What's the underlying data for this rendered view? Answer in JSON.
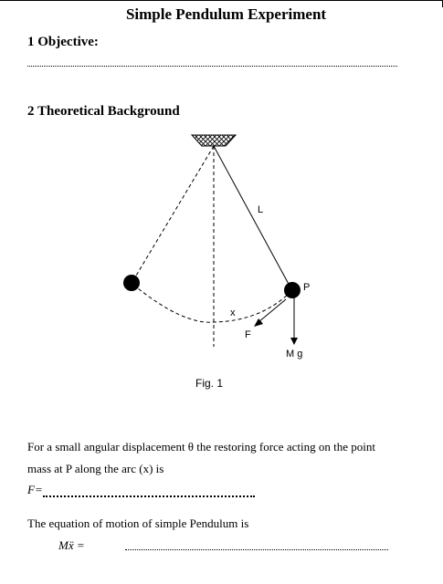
{
  "title": "Simple Pendulum Experiment",
  "objective": {
    "heading": "1 Objective:"
  },
  "background": {
    "heading": "2 Theoretical Background"
  },
  "figure": {
    "labels": {
      "L": "L",
      "P": "P",
      "x": "x",
      "F": "F",
      "Mg": "M g"
    },
    "caption": "Fig. 1"
  },
  "text": {
    "line1": "For a small angular displacement θ  the restoring force acting on the point",
    "line2": "mass at P along the arc (x) is",
    "force_label": "F=",
    "equation_intro": "The equation of motion of simple Pendulum is",
    "equation_lhs": "Mẍ ="
  }
}
